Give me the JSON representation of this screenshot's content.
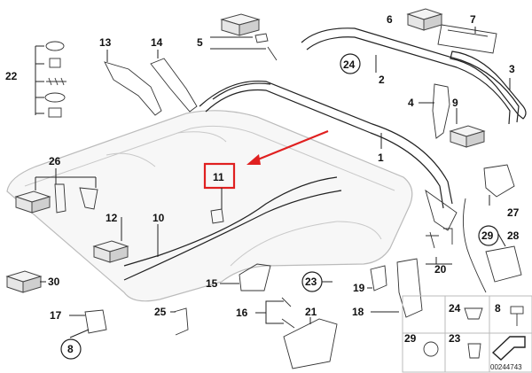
{
  "diagram": {
    "callouts": {
      "c1": "1",
      "c2": "2",
      "c3": "3",
      "c4": "4",
      "c5": "5",
      "c6": "6",
      "c7": "7",
      "c8": "8",
      "c9": "9",
      "c10": "10",
      "c11": "11",
      "c12": "12",
      "c13": "13",
      "c14": "14",
      "c15": "15",
      "c16": "16",
      "c17": "17",
      "c18": "18",
      "c19": "19",
      "c20": "20",
      "c21": "21",
      "c22": "22",
      "c23": "23",
      "c23b": "23",
      "c24": "24",
      "c24b": "24",
      "c25": "25",
      "c26": "26",
      "c27": "27",
      "c28": "28",
      "c29": "29",
      "c29b": "29",
      "c30": "30"
    },
    "diagram_number": "00244743",
    "highlight_color": "#e02020"
  }
}
